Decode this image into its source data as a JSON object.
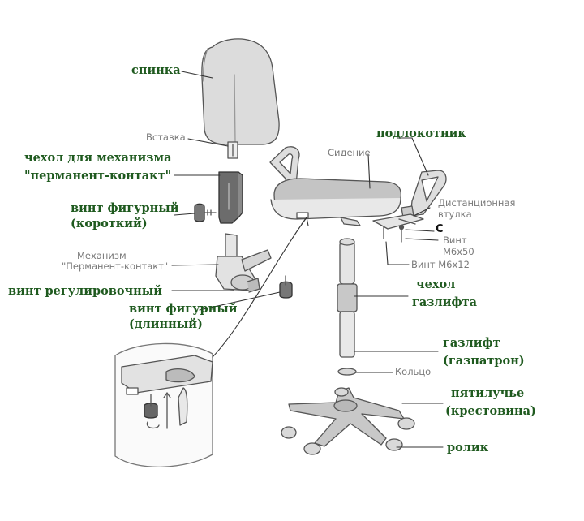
{
  "labels": {
    "spinka": "спинка",
    "vstavka": "Вставка",
    "chekhol_mech_1": "чехол для механизма",
    "chekhol_mech_2": "\"перманент-контакт\"",
    "vint_korot_1": "винт фигурный",
    "vint_korot_2": "(короткий)",
    "mech_1": "Механизм",
    "mech_2": "\"Перманент-контакт\"",
    "vint_reg": "винт регулировочный",
    "vint_dlin_1": "винт фигурный",
    "vint_dlin_2": "(длинный)",
    "sidenie": "Сидение",
    "podlokotnik": "подлокотник",
    "distanc_1": "Дистанционная",
    "distanc_2": "втулка",
    "c_label": "С",
    "vint_m650_1": "Винт",
    "vint_m650_2": "М6х50",
    "vint_m612": "Винт М6х12",
    "chekhol_gaz_1": "чехол",
    "chekhol_gaz_2": "газлифта",
    "gazlift_1": "газлифт",
    "gazlift_2": "(газпатрон)",
    "kolco": "Кольцо",
    "krest_1": "пятилучье",
    "krest_2": "(крестовина)",
    "rolik": "ролик"
  }
}
